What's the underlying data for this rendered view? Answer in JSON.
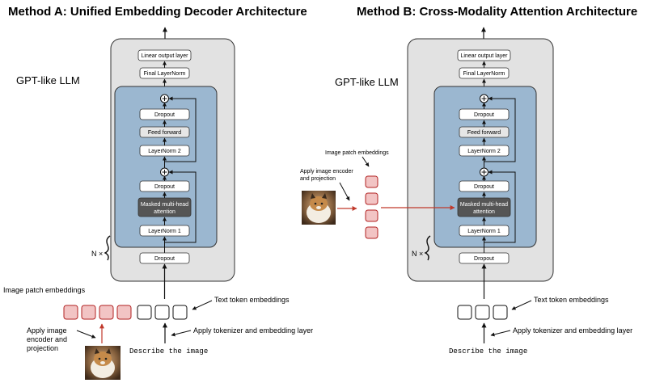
{
  "method_a": {
    "title": "Method A: Unified Embedding Decoder Architecture",
    "llm_label": "GPT-like LLM",
    "linear_output": "Linear output layer",
    "final_layernorm": "Final LayerNorm",
    "dropout_top": "Dropout",
    "feed_forward": "Feed forward",
    "layernorm2": "LayerNorm 2",
    "dropout_mid": "Dropout",
    "attention_line1": "Masked multi-head",
    "attention_line2": "attention",
    "layernorm1": "LayerNorm 1",
    "dropout_bottom": "Dropout",
    "n_times": "N ×",
    "image_patch_embeddings": "Image patch embeddings",
    "text_token_embeddings": "Text token embeddings",
    "apply_image_encoder_line1": "Apply image",
    "apply_image_encoder_line2": "encoder and",
    "apply_image_encoder_line3": "projection",
    "apply_tokenizer": "Apply tokenizer and embedding layer",
    "input_text": "Describe the image"
  },
  "method_b": {
    "title": "Method B: Cross-Modality Attention Architecture",
    "llm_label": "GPT-like LLM",
    "linear_output": "Linear output layer",
    "final_layernorm": "Final LayerNorm",
    "dropout_top": "Dropout",
    "feed_forward": "Feed forward",
    "layernorm2": "LayerNorm 2",
    "dropout_mid": "Dropout",
    "attention_line1": "Masked multi-head",
    "attention_line2": "attention",
    "layernorm1": "LayerNorm 1",
    "dropout_bottom": "Dropout",
    "n_times": "N ×",
    "image_patch_embeddings": "Image patch embeddings",
    "apply_image_encoder_line1": "Apply image encoder",
    "apply_image_encoder_line2": "and projection",
    "text_token_embeddings": "Text token embeddings",
    "apply_tokenizer": "Apply tokenizer and embedding layer",
    "input_text": "Describe the image"
  },
  "colors": {
    "outer_box": "#e2e2e2",
    "inner_box": "#9bb7d0",
    "attention_box": "#555555",
    "feed_forward_box": "#e6e6e6",
    "image_patch_fill": "#f2c4c4",
    "image_patch_stroke": "#b22222",
    "red_arrow": "#c0392b"
  }
}
